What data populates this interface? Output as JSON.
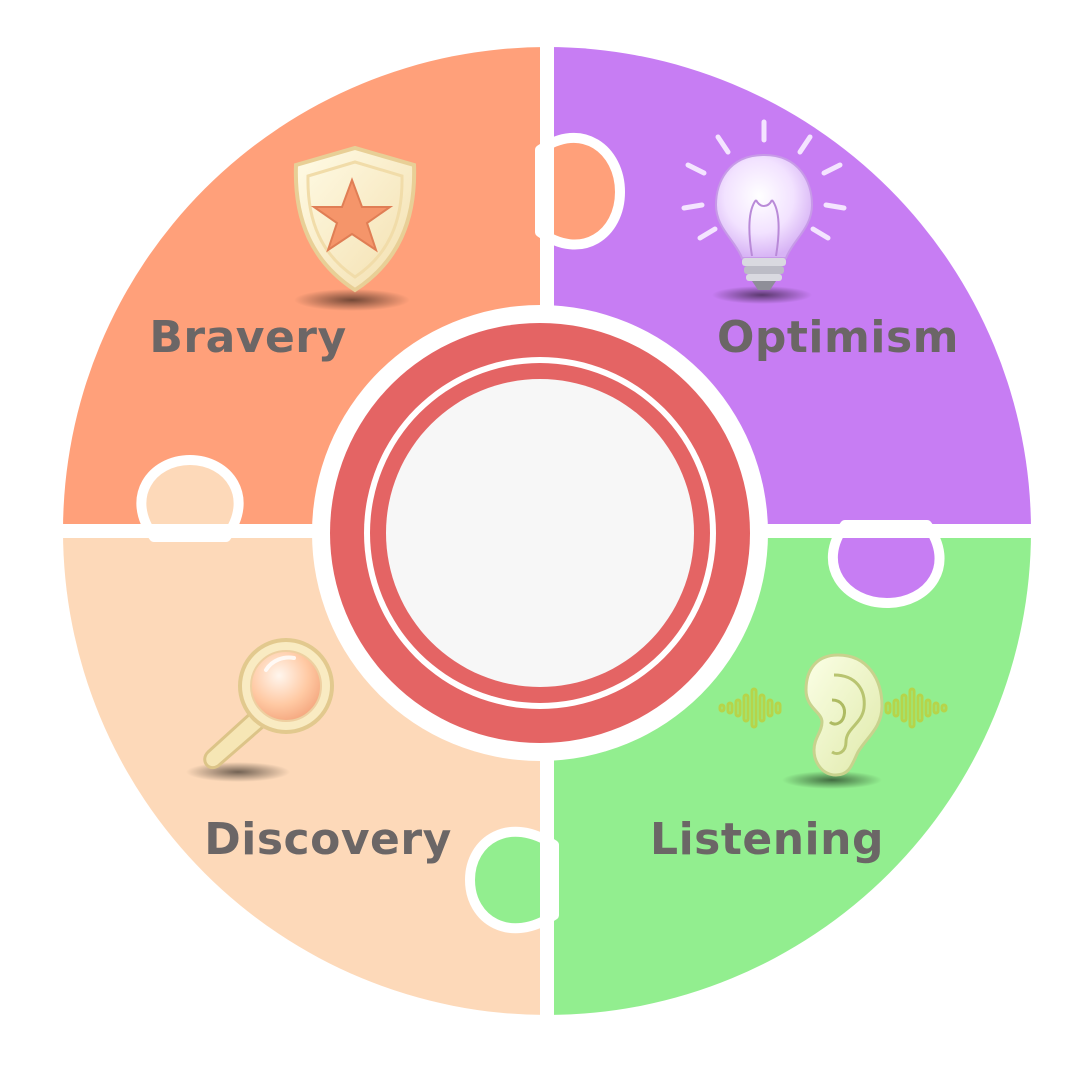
{
  "diagram": {
    "pieces": [
      {
        "id": "bravery",
        "label": "Bravery",
        "color": "#FFA07A",
        "icon": "shield-star-icon"
      },
      {
        "id": "optimism",
        "label": "Optimism",
        "color": "#C77DF3",
        "icon": "lightbulb-icon"
      },
      {
        "id": "discovery",
        "label": "Discovery",
        "color": "#FDD9B9",
        "icon": "magnifying-glass-icon"
      },
      {
        "id": "listening",
        "label": "Listening",
        "color": "#92EE8F",
        "icon": "ear-sound-icon"
      }
    ],
    "center": {
      "ring_color": "#E46464",
      "fill_color": "#F7F7F7"
    }
  }
}
